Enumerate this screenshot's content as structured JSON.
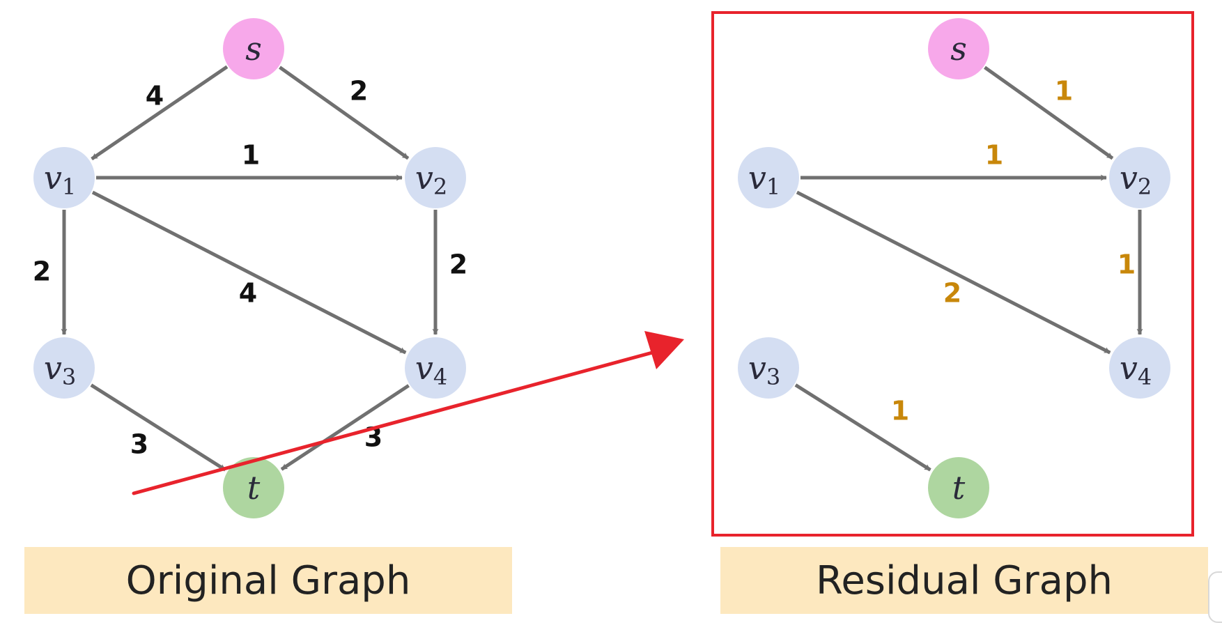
{
  "colors": {
    "source": "#f7a8ea",
    "sink": "#aed6a0",
    "vertex": "#d4def2",
    "edge": "#707070",
    "residual_capacity": "#c8870a",
    "highlight": "#e8232c",
    "caption_bg": "#fde8bf"
  },
  "nodes": {
    "s": {
      "main": "s",
      "sub": ""
    },
    "v1": {
      "main": "v",
      "sub": "1"
    },
    "v2": {
      "main": "v",
      "sub": "2"
    },
    "v3": {
      "main": "v",
      "sub": "3"
    },
    "v4": {
      "main": "v",
      "sub": "4"
    },
    "t": {
      "main": "t",
      "sub": ""
    }
  },
  "original_graph": {
    "caption": "Original Graph",
    "edges": [
      {
        "from": "s",
        "to": "v1",
        "capacity": "4"
      },
      {
        "from": "s",
        "to": "v2",
        "capacity": "2"
      },
      {
        "from": "v1",
        "to": "v2",
        "capacity": "1"
      },
      {
        "from": "v1",
        "to": "v3",
        "capacity": "2"
      },
      {
        "from": "v1",
        "to": "v4",
        "capacity": "4"
      },
      {
        "from": "v2",
        "to": "v4",
        "capacity": "2"
      },
      {
        "from": "v3",
        "to": "t",
        "capacity": "3"
      },
      {
        "from": "v4",
        "to": "t",
        "capacity": "3"
      }
    ]
  },
  "residual_graph": {
    "caption": "Residual Graph",
    "edges": [
      {
        "from": "s",
        "to": "v2",
        "capacity": "1"
      },
      {
        "from": "v1",
        "to": "v2",
        "capacity": "1"
      },
      {
        "from": "v1",
        "to": "v4",
        "capacity": "2"
      },
      {
        "from": "v2",
        "to": "v4",
        "capacity": "1"
      },
      {
        "from": "v3",
        "to": "t",
        "capacity": "1"
      }
    ]
  }
}
